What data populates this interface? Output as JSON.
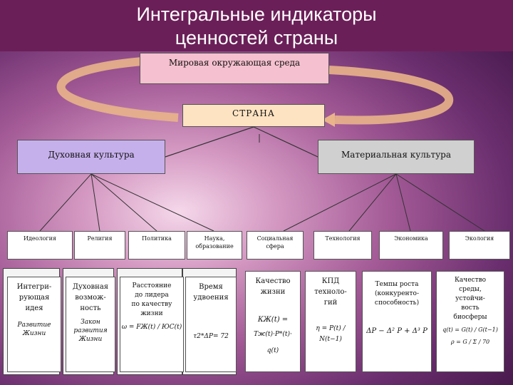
{
  "title": "Интегральные индикаторы\nценностей страны",
  "world": "Мировая окружающая среда",
  "country": "СТРАНА",
  "spiritual_culture": "Духовная культура",
  "material_culture": "Материальная культура",
  "categories": [
    "Идеология",
    "Религия",
    "Политика",
    "Наука, образование",
    "Социальная сфера",
    "Технология",
    "Экономика",
    "Экология"
  ],
  "indicators": {
    "c1": {
      "l1": "Интегри-",
      "l2": "рующая",
      "l3": "идея",
      "s1": "Развитие",
      "s2": "Жизни"
    },
    "c2": {
      "l1": "Духовная",
      "l2": "возмож-",
      "l3": "ность",
      "s1": "Закон",
      "s2": "развития",
      "s3": "Жизни"
    },
    "c3": {
      "l1": "Расстояние",
      "l2": "до лидера",
      "l3": "по качеству",
      "l4": "жизни",
      "f": "ω = FЖ(t) / ЮС(t)"
    },
    "c4": {
      "l1": "Время",
      "l2": "удвоения",
      "f": "τ2*ΔP= 72"
    },
    "c5": {
      "l1": "Качество",
      "l2": "жизни",
      "f1": "КЖ(t) =",
      "f2": "Тж(t)·P*(t)·",
      "f3": "q(t)"
    },
    "c6": {
      "l1": "КПД",
      "l2": "техноло-",
      "l3": "гий",
      "f": "η = P(t) / N(t−1)"
    },
    "c7": {
      "l1": "Темпы роста",
      "l2": "(конкуренто-",
      "l3": "способность)",
      "f": "ΔP − Δ² P + Δ³ P"
    },
    "c8": {
      "l1": "Качество",
      "l2": "среды,",
      "l3": "устойчи-",
      "l4": "вость",
      "l5": "биосферы",
      "f1": "q(t) = G(t) / G(t−1)",
      "f2": "ρ = G / Σ / 70"
    }
  },
  "colors": {
    "band": "#6b1f58",
    "world": "#f5c0cf",
    "country": "#fde3c2",
    "spiritual": "#c6b0ec",
    "material": "#d0d0d0",
    "loop_arrow": "#e9b48a"
  }
}
